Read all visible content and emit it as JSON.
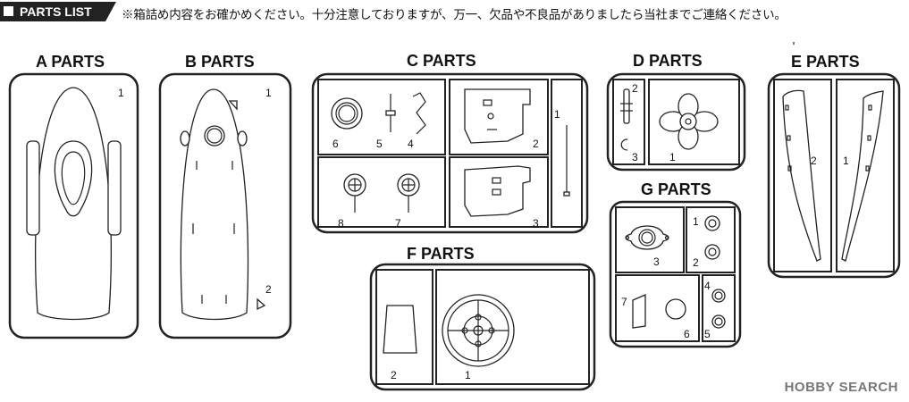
{
  "header": {
    "title": "PARTS LIST",
    "note": "※箱詰め内容をお確かめください。十分注意しておりますが、万一、欠品や不良品がありましたら当社までご連絡ください。"
  },
  "sections": {
    "a": {
      "title": "A PARTS",
      "parts": [
        "1"
      ]
    },
    "b": {
      "title": "B PARTS",
      "parts": [
        "1",
        "2"
      ]
    },
    "c": {
      "title": "C PARTS",
      "parts": [
        "6",
        "5",
        "4",
        "2",
        "8",
        "7",
        "3",
        "1"
      ]
    },
    "d": {
      "title": "D PARTS",
      "parts": [
        "2",
        "3",
        "1"
      ]
    },
    "e": {
      "title": "E PARTS",
      "parts": [
        "2",
        "1"
      ]
    },
    "f": {
      "title": "F PARTS",
      "parts": [
        "2",
        "1"
      ]
    },
    "g": {
      "title": "G PARTS",
      "parts": [
        "1",
        "2",
        "3",
        "7",
        "6",
        "4",
        "5"
      ]
    }
  },
  "watermark": "HOBBY SEARCH"
}
